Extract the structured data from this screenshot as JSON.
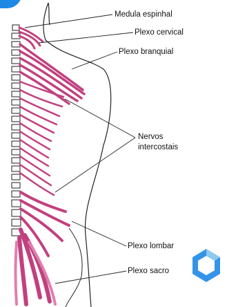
{
  "labels": {
    "medula": "Medula espinhal",
    "cervical": "Plexo cervical",
    "branquial": "Plexo branquial",
    "nervos": "Nervos",
    "intercostais": "intercostais",
    "lombar": "Plexo lombar",
    "sacro": "Plexo sacro"
  },
  "colors": {
    "nerve": "#c2407f",
    "nerve_light": "#e07fae",
    "outline": "#222222",
    "accent_blue": "#1e88e5",
    "logo_light": "#8ec9ee"
  },
  "icons": {
    "corner_badge": "blue-corner-badge",
    "logo": "watermark-logo"
  }
}
